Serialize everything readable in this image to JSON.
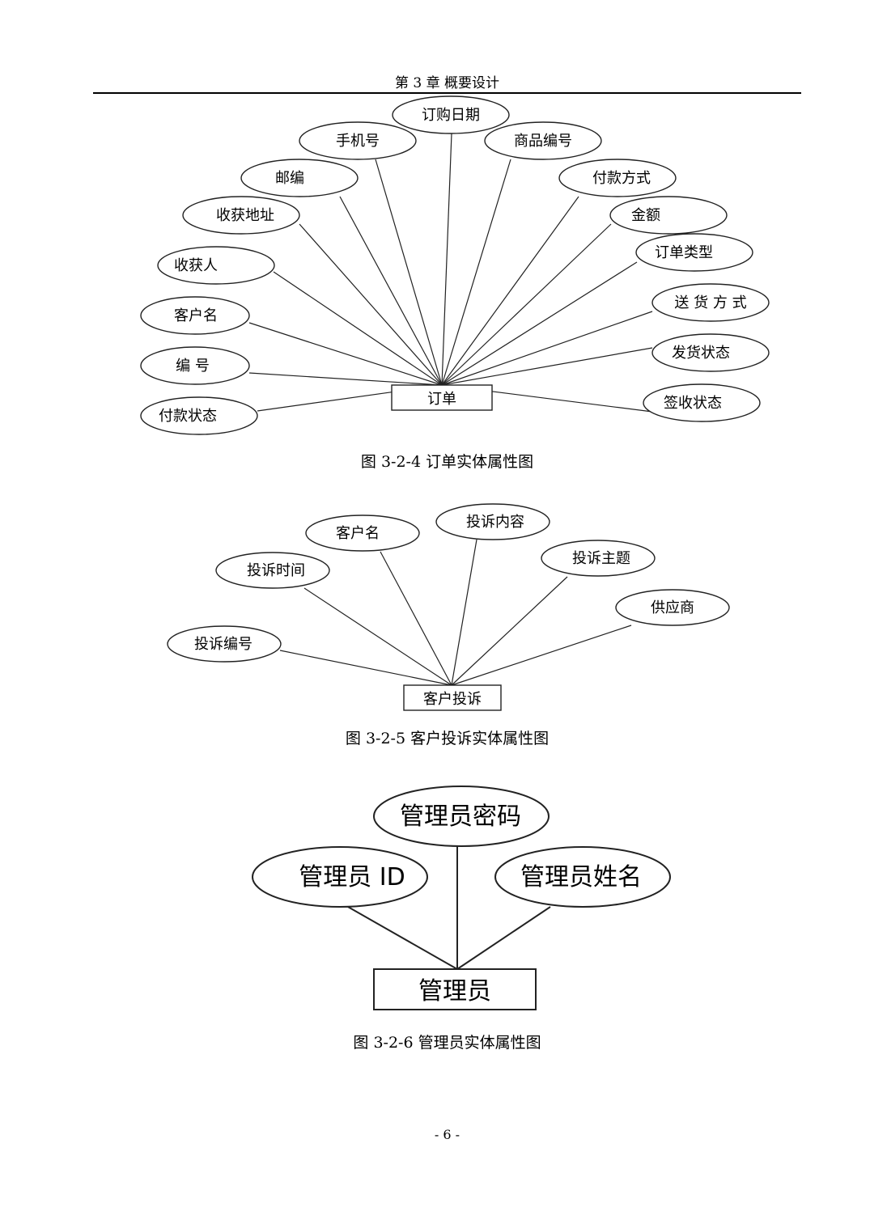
{
  "header": {
    "title": "第 3 章  概要设计"
  },
  "figure1": {
    "entity": "订单",
    "attributes": [
      "订购日期",
      "手机号",
      "商品编号",
      "邮编",
      "付款方式",
      "收获地址",
      "金额",
      "收获人",
      "订单类型",
      "客户名",
      "送 货 方 式",
      "编  号",
      "发货状态",
      "付款状态",
      "签收状态"
    ],
    "caption": "图 3-2-4  订单实体属性图"
  },
  "figure2": {
    "entity": "客户投诉",
    "attributes": [
      "客户名",
      "投诉内容",
      "投诉时间",
      "投诉主题",
      "供应商",
      "投诉编号"
    ],
    "caption": "图 3-2-5  客户投诉实体属性图"
  },
  "figure3": {
    "entity": "管理员",
    "attributes": [
      "管理员密码",
      "管理员 ID",
      "管理员姓名"
    ],
    "caption": "图 3-2-6  管理员实体属性图"
  },
  "footer": {
    "page_number": "- 6 -"
  }
}
